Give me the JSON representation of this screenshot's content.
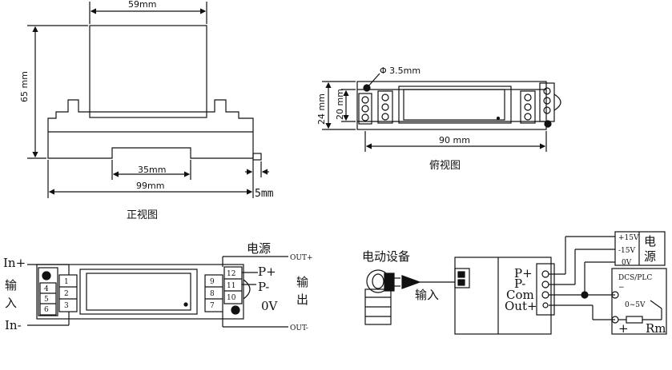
{
  "front_view": {
    "dim_width": "59mm",
    "dim_height": "65 mm",
    "dim_base": "35mm",
    "dim_total": "99mm",
    "dim_clip": "5mm",
    "caption": "正视图"
  },
  "top_view": {
    "dim_hole": "Φ 3.5mm",
    "dim_24": "24 mm",
    "dim_20": "20 mm",
    "dim_length": "90 mm",
    "caption": "俯视图"
  },
  "wiring": {
    "in_plus": "In+",
    "in_minus": "In-",
    "input_label_1": "输",
    "input_label_2": "入",
    "power_label": "电源",
    "out_plus": "OUT+",
    "out_minus": "OUT-",
    "p_plus": "P+",
    "p_minus": "P-",
    "zero_v": "0V",
    "output_label_1": "输",
    "output_label_2": "出",
    "terminals_left": [
      "4",
      "5",
      "6"
    ],
    "terminals_left_inner": [
      "1",
      "2",
      "3"
    ],
    "terminals_right_inner": [
      "9",
      "8",
      "7"
    ],
    "terminals_right": [
      "12",
      "11",
      "10"
    ]
  },
  "application": {
    "device_label": "电动设备",
    "input_label": "输入",
    "terminals": [
      "P+",
      "P-",
      "Com",
      "Out+"
    ],
    "psu_plus": "+15V",
    "psu_minus": "-15V",
    "psu_zero": "0V",
    "psu_label_1": "电",
    "psu_label_2": "源",
    "dcs_label": "DCS/PLC",
    "dcs_range": "0~5V",
    "dcs_plus": "+",
    "dcs_minus": "−",
    "rm_label": "Rm"
  }
}
